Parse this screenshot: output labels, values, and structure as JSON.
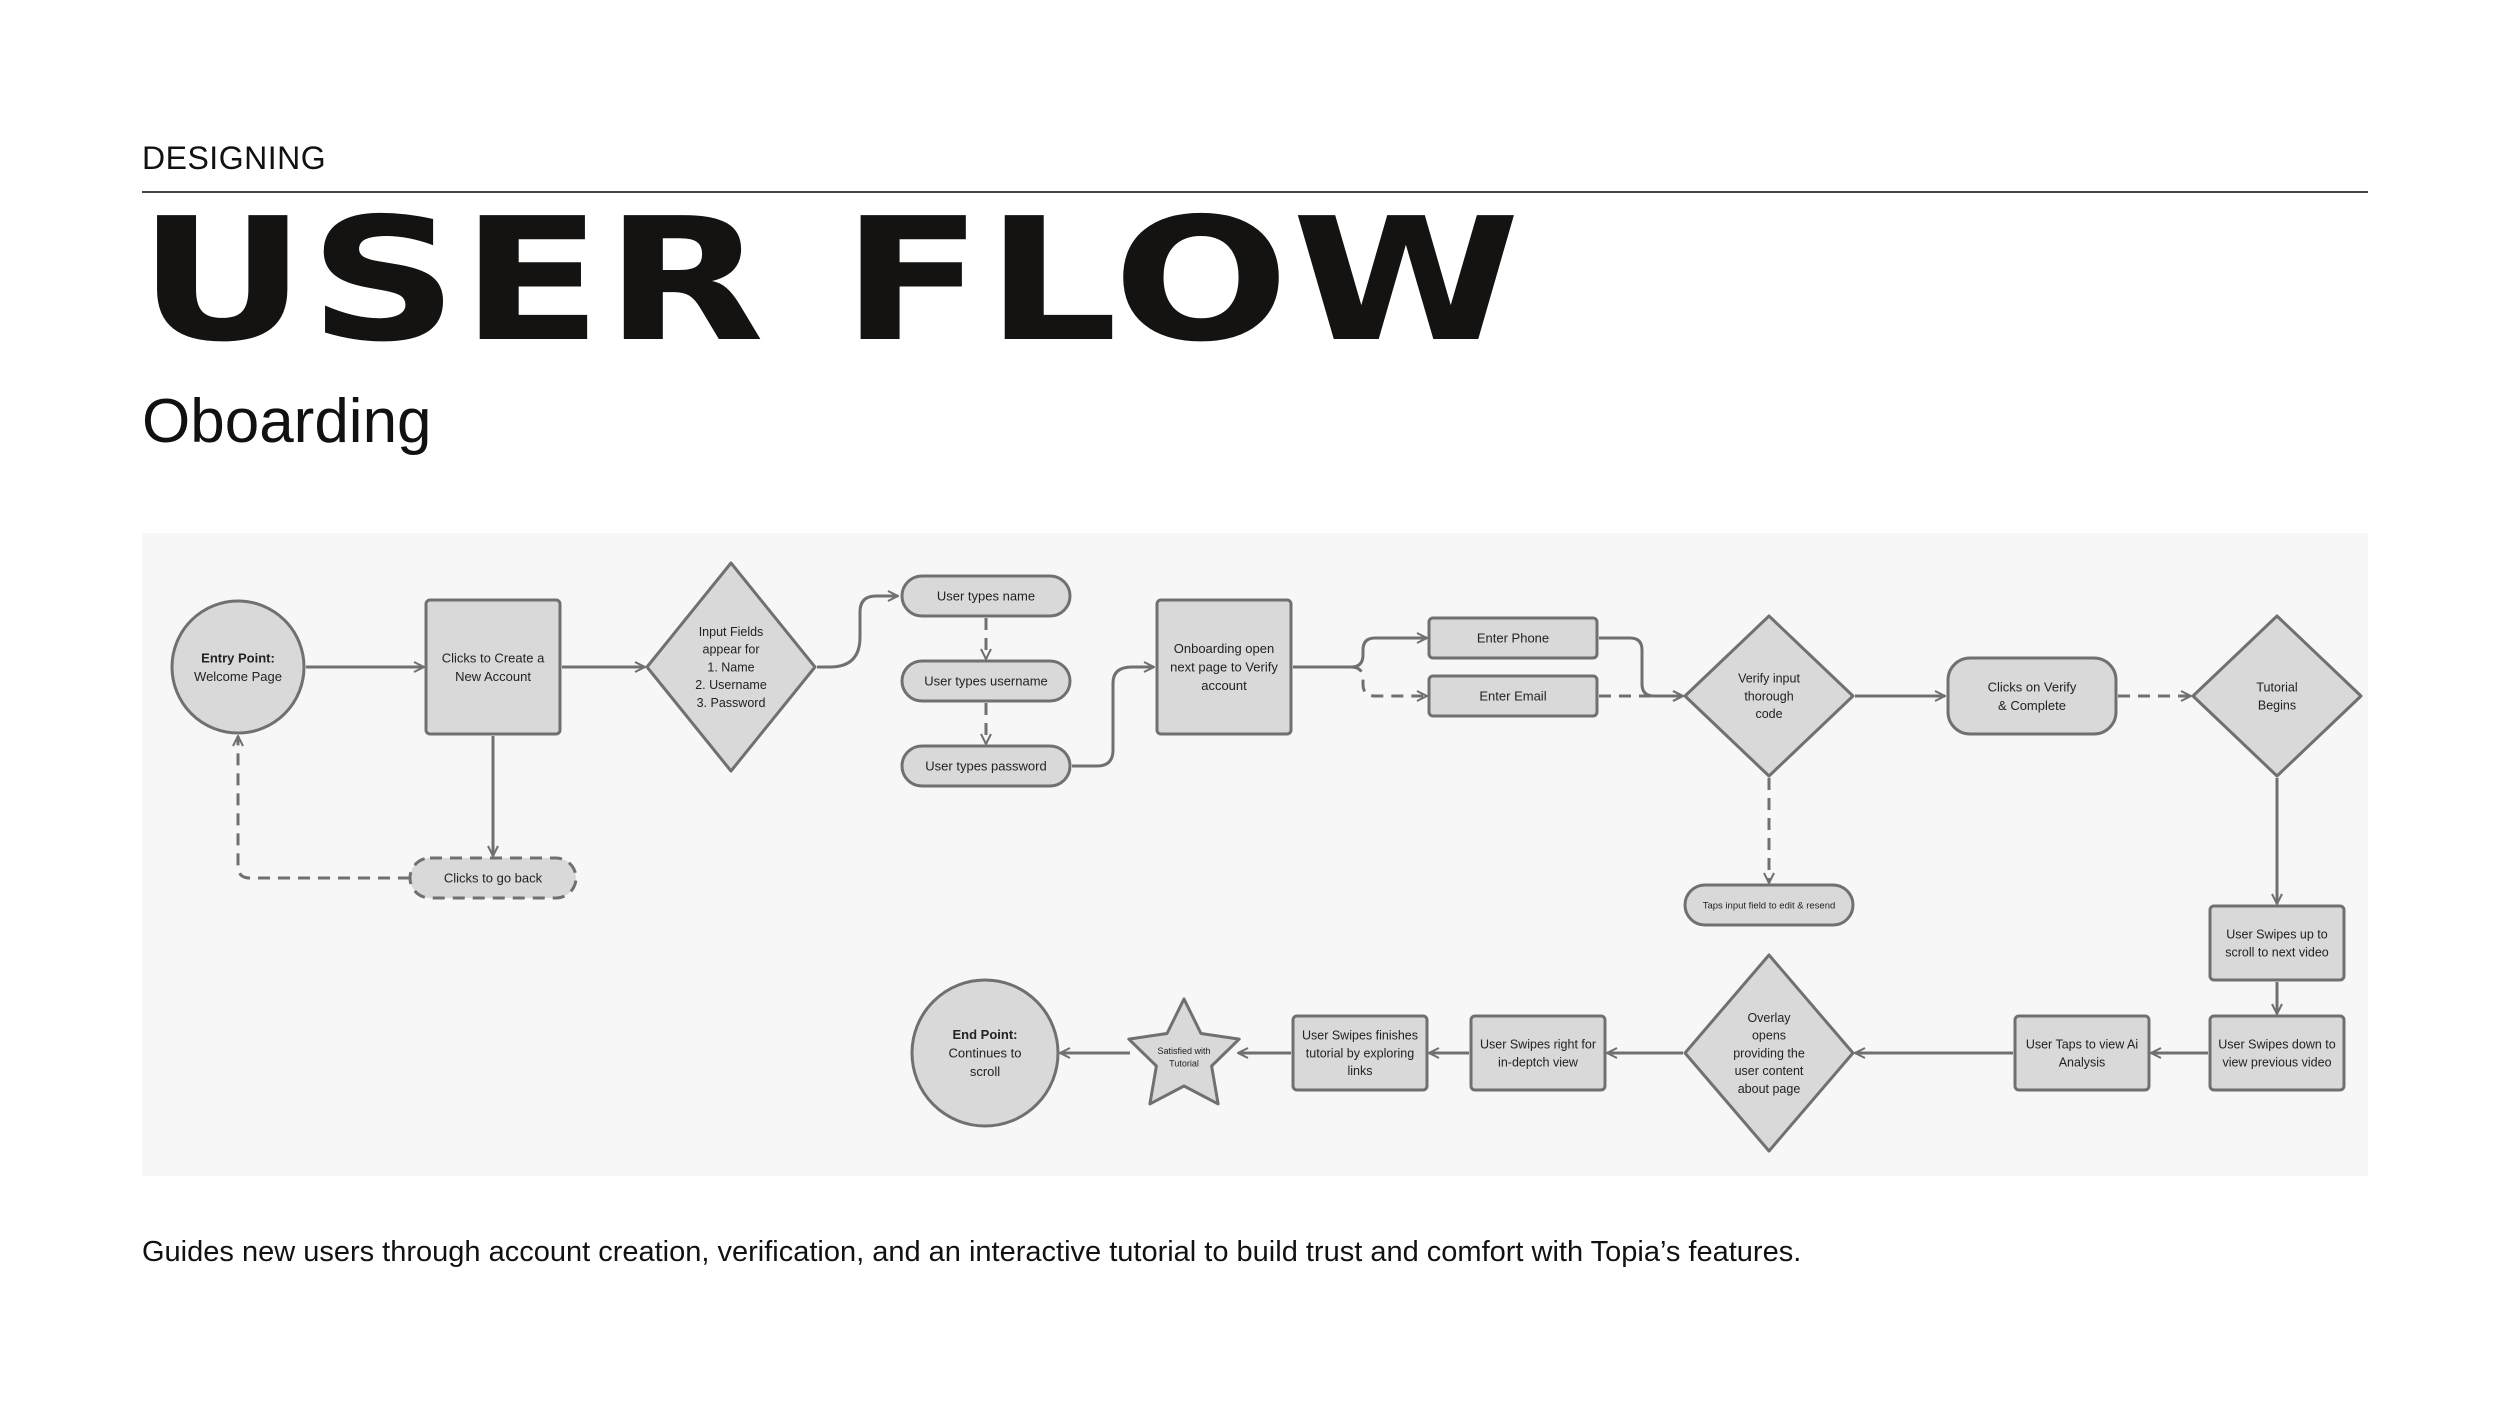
{
  "header": {
    "eyebrow": "DESIGNING",
    "title": "USER FLOW",
    "subtitle": "Oboarding"
  },
  "diagram": {
    "nodes": [
      {
        "id": "entry",
        "shape": "circle",
        "lines": [
          "Entry Point:",
          "Welcome Page"
        ],
        "bold_first": true
      },
      {
        "id": "create",
        "shape": "rect",
        "lines": [
          "Clicks to Create a",
          "New Account"
        ]
      },
      {
        "id": "inputs",
        "shape": "diamond",
        "lines": [
          "Input Fields",
          "appear for",
          "1. Name",
          "2. Username",
          "3. Password"
        ]
      },
      {
        "id": "go-back",
        "shape": "pill-dashed",
        "lines": [
          "Clicks to go back"
        ]
      },
      {
        "id": "type-name",
        "shape": "pill",
        "lines": [
          "User types name"
        ]
      },
      {
        "id": "type-username",
        "shape": "pill",
        "lines": [
          "User types username"
        ]
      },
      {
        "id": "type-password",
        "shape": "pill",
        "lines": [
          "User types password"
        ]
      },
      {
        "id": "verify-page",
        "shape": "rect",
        "lines": [
          "Onboarding open",
          "next page to Verify",
          "account"
        ]
      },
      {
        "id": "phone",
        "shape": "rect",
        "lines": [
          "Enter Phone"
        ]
      },
      {
        "id": "email",
        "shape": "rect",
        "lines": [
          "Enter Email"
        ]
      },
      {
        "id": "verify-code",
        "shape": "diamond",
        "lines": [
          "Verify input",
          "thorough",
          "code"
        ]
      },
      {
        "id": "edit-resend",
        "shape": "pill",
        "lines": [
          "Taps input field to edit & resend"
        ]
      },
      {
        "id": "verify-complete",
        "shape": "pill",
        "lines": [
          "Clicks on Verify",
          "& Complete"
        ]
      },
      {
        "id": "tutorial",
        "shape": "diamond",
        "lines": [
          "Tutorial",
          "Begins"
        ]
      },
      {
        "id": "swipe-up",
        "shape": "rect",
        "lines": [
          "User Swipes up to",
          "scroll to next video"
        ]
      },
      {
        "id": "swipe-down",
        "shape": "rect",
        "lines": [
          "User Swipes down to",
          "view previous video"
        ]
      },
      {
        "id": "ai-analysis",
        "shape": "rect",
        "lines": [
          "User Taps to view Ai",
          "Analysis"
        ]
      },
      {
        "id": "overlay",
        "shape": "diamond",
        "lines": [
          "Overlay",
          "opens",
          "providing the",
          "user content",
          "about page"
        ]
      },
      {
        "id": "swipe-right",
        "shape": "rect",
        "lines": [
          "User Swipes right for",
          "in-deptch view"
        ]
      },
      {
        "id": "swipe-finish",
        "shape": "rect",
        "lines": [
          "User Swipes finishes",
          "tutorial by exploring",
          "links"
        ]
      },
      {
        "id": "satisfied",
        "shape": "star",
        "lines": [
          "Satisfied with",
          "Tutorial"
        ]
      },
      {
        "id": "end",
        "shape": "circle",
        "lines": [
          "End Point:",
          "Continues to",
          "scroll"
        ],
        "bold_first": true
      }
    ],
    "edges": [
      {
        "from": "entry",
        "to": "create",
        "style": "solid"
      },
      {
        "from": "create",
        "to": "inputs",
        "style": "solid"
      },
      {
        "from": "create",
        "to": "go-back",
        "style": "solid"
      },
      {
        "from": "go-back",
        "to": "entry",
        "style": "dashed"
      },
      {
        "from": "inputs",
        "to": "type-name",
        "style": "solid"
      },
      {
        "from": "type-name",
        "to": "type-username",
        "style": "dashed"
      },
      {
        "from": "type-username",
        "to": "type-password",
        "style": "dashed"
      },
      {
        "from": "type-password",
        "to": "verify-page",
        "style": "solid"
      },
      {
        "from": "verify-page",
        "to": "phone",
        "style": "solid"
      },
      {
        "from": "verify-page",
        "to": "email",
        "style": "dashed"
      },
      {
        "from": "phone",
        "to": "verify-code",
        "style": "solid"
      },
      {
        "from": "email",
        "to": "verify-code",
        "style": "dashed"
      },
      {
        "from": "verify-code",
        "to": "verify-complete",
        "style": "solid"
      },
      {
        "from": "verify-code",
        "to": "edit-resend",
        "style": "dashed"
      },
      {
        "from": "verify-complete",
        "to": "tutorial",
        "style": "dashed"
      },
      {
        "from": "tutorial",
        "to": "swipe-up",
        "style": "solid"
      },
      {
        "from": "swipe-up",
        "to": "swipe-down",
        "style": "solid"
      },
      {
        "from": "swipe-down",
        "to": "ai-analysis",
        "style": "solid"
      },
      {
        "from": "ai-analysis",
        "to": "overlay",
        "style": "solid"
      },
      {
        "from": "overlay",
        "to": "swipe-right",
        "style": "solid"
      },
      {
        "from": "swipe-right",
        "to": "swipe-finish",
        "style": "solid"
      },
      {
        "from": "swipe-finish",
        "to": "satisfied",
        "style": "solid"
      },
      {
        "from": "satisfied",
        "to": "end",
        "style": "solid"
      }
    ]
  },
  "caption": "Guides new users through account creation, verification, and an interactive tutorial to build trust and comfort with Topia’s features.",
  "colors": {
    "node_fill": "#d9d9d9",
    "node_stroke": "#707070",
    "panel_bg": "#f7f7f7",
    "text": "#111111"
  }
}
